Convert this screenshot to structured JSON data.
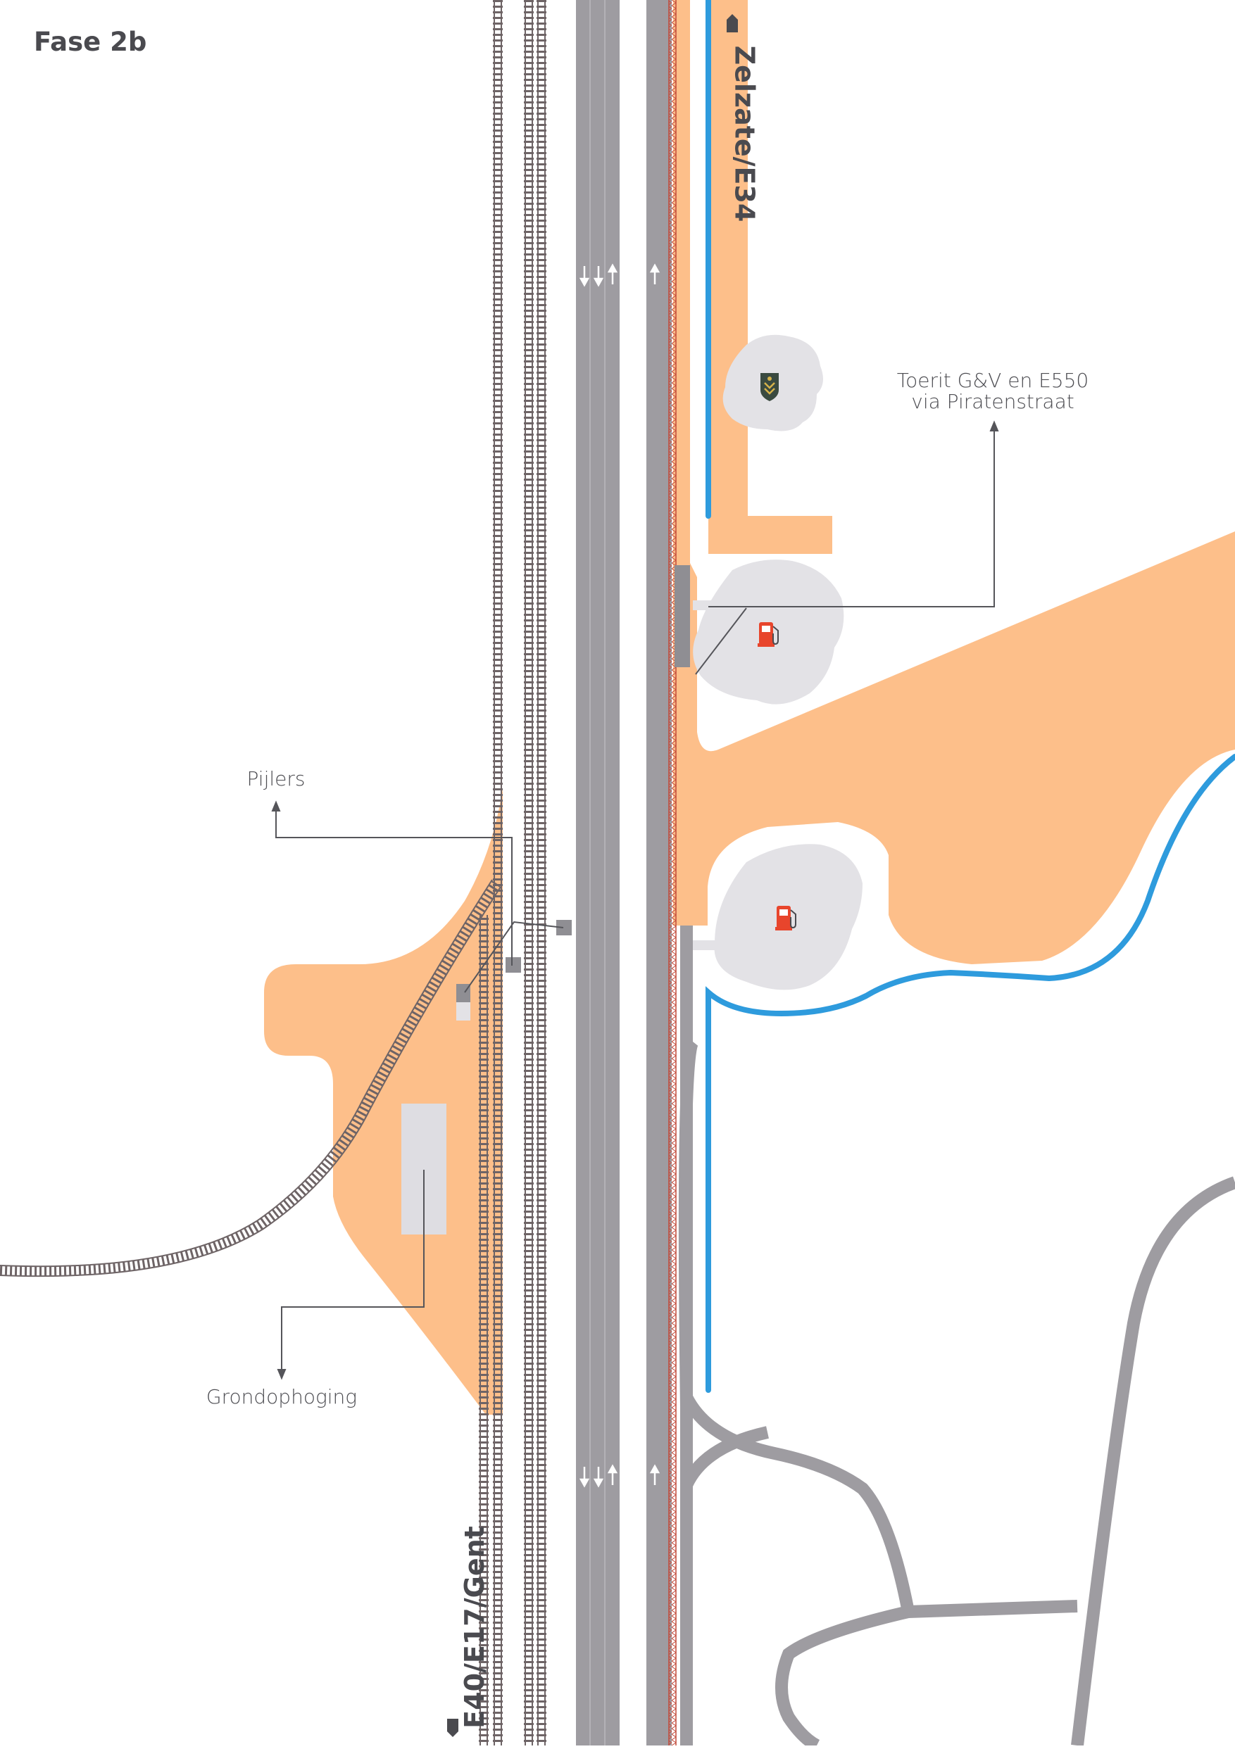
{
  "title": "Fase 2b",
  "labels": {
    "toerit_line1": "Toerit G&V en E550",
    "toerit_line2": "via Piratenstraat",
    "pijlers": "Pijlers",
    "grondophoging": "Grondophoging"
  },
  "roads": {
    "north": "Zelzate/E34",
    "south": "E40/E17/Gent"
  },
  "icons": {
    "police": "police-badge-icon",
    "fuel": "fuel-pump-icon",
    "lane_arrows": "lane-direction-arrows-icon"
  },
  "colors": {
    "work_zone": "#fdbf8a",
    "road": "#9e9ca1",
    "waterway": "#2e9bdd",
    "service_area": "#e3e2e6",
    "rail": "#6e6466",
    "fuel": "#e8452c",
    "callout_line": "#55555a"
  }
}
